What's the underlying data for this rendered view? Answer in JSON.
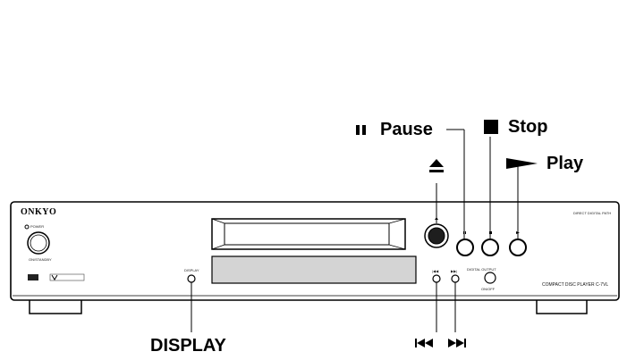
{
  "device": {
    "brand": "ONKYO",
    "power_label": "POWER",
    "power_sublabel": "ON/STANDBY",
    "top_right_label": "DIRECT DIGITAL PATH",
    "display_button_label": "DISPLAY",
    "digital_output_label": "DIGITAL OUTPUT",
    "digital_output_sublabel": "ON/OFF",
    "model_label": "COMPACT DISC PLAYER C-7VL",
    "prev_label": "|◀◀",
    "next_label": "▶▶|"
  },
  "callouts": {
    "pause": "Pause",
    "stop": "Stop",
    "play": "Play",
    "display": "DISPLAY"
  }
}
